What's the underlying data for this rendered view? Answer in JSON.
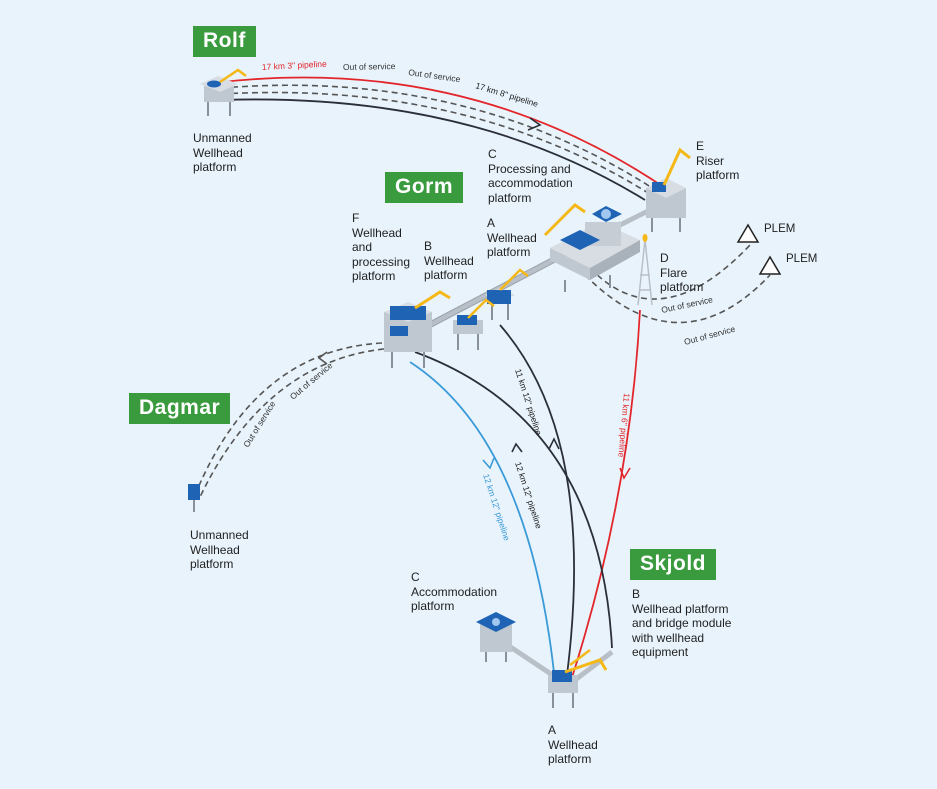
{
  "fields": {
    "rolf": "Rolf",
    "gorm": "Gorm",
    "dagmar": "Dagmar",
    "skjold": "Skjold"
  },
  "platforms": {
    "rolf_a": "Unmanned\nWellhead\nplatform",
    "gorm_c": "C\nProcessing and\naccommodation\nplatform",
    "gorm_e": "E\nRiser\nplatform",
    "gorm_f": "F\nWellhead\nand\nprocessing\nplatform",
    "gorm_b": "B\nWellhead\nplatform",
    "gorm_a": "A\nWellhead\nplatform",
    "gorm_d": "D\nFlare\nplatform",
    "dagmar_a": "Unmanned\nWellhead\nplatform",
    "skjold_c": "C\nAccommodation\nplatform",
    "skjold_b": "B\nWellhead platform\nand bridge module\nwith wellhead\nequipment",
    "skjold_a": "A\nWellhead\nplatform"
  },
  "plem": [
    "PLEM",
    "PLEM"
  ],
  "pipelines": {
    "rolf_3in": "17 km 3\" pipeline",
    "rolf_8in": "17 km 8\" pipeline",
    "skjold_6in": "11 km 6\" pipeline",
    "skjold_12in_a": "11 km 12\" pipeline",
    "skjold_12in_b": "12 km 12\" pipeline",
    "skjold_12in_c": "12 km 12\" pipeline",
    "oos": "Out of service"
  },
  "colors": {
    "field_green": "#3a9a3e",
    "red_pipe": "#e3262b",
    "dark_pipe": "#2b2f38",
    "blue_pipe": "#3a9ad8",
    "oos_pipe": "#555555",
    "platform_blue": "#1f63b4",
    "crane_yellow": "#f5b817",
    "background": "#e8f3fb"
  }
}
